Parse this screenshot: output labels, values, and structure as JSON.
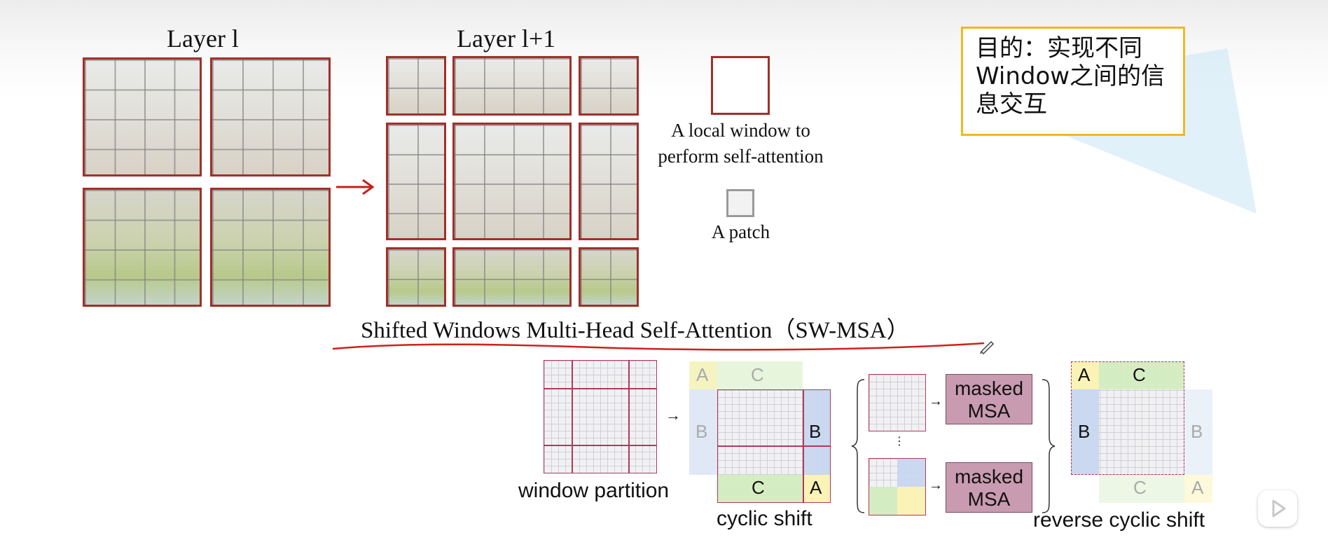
{
  "layer_l_title": "Layer l",
  "layer_l1_title": "Layer l+1",
  "legend": {
    "window_line1": "A local window to",
    "window_line2": "perform self-attention",
    "patch": "A patch"
  },
  "note": "目的：实现不同Window之间的信息交互",
  "caption": "Shifted Windows Multi-Head Self-Attention（SW-MSA）",
  "bottom": {
    "window_partition": "window partition",
    "cyclic_shift": "cyclic shift",
    "reverse_cyclic_shift": "reverse cyclic shift",
    "masked_line1": "masked",
    "masked_line2": "MSA",
    "ellipsis": "⋮",
    "labels": {
      "A": "A",
      "B": "B",
      "C": "C"
    }
  },
  "colors": {
    "window_border": "#a0302a",
    "note_border": "#f2b722",
    "masked_fill": "#c99bb0",
    "region_A": "#fbf3b5",
    "region_B": "#c7d6ef",
    "region_C": "#d3ecc0",
    "annotation_stroke": "#d0211c"
  },
  "icons": [
    "arrow-right-icon",
    "video-play-icon",
    "pen-cursor-icon"
  ]
}
